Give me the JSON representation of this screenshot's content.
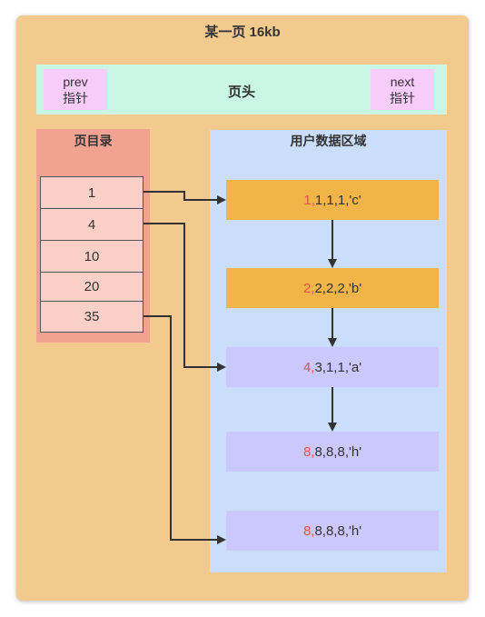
{
  "page": {
    "title": "某一页 16kb"
  },
  "header": {
    "label": "页头",
    "prev": {
      "line1": "prev",
      "line2": "指针"
    },
    "next": {
      "line1": "next",
      "line2": "指针"
    }
  },
  "directory": {
    "title": "页目录",
    "slots": [
      "1",
      "4",
      "10",
      "20",
      "35"
    ]
  },
  "user_data": {
    "title": "用户数据区域",
    "records": [
      {
        "key": "1,",
        "rest": "1,1,1,'c'"
      },
      {
        "key": "2,",
        "rest": "2,2,2,'b'"
      },
      {
        "key": "4,",
        "rest": "3,1,1,'a'"
      },
      {
        "key": "8,",
        "rest": "8,8,8,'h'"
      },
      {
        "key": "8,",
        "rest": "8,8,8,'h'"
      }
    ]
  },
  "colors": {
    "page_bg": "#f3ca8e",
    "header_bg": "#c9f5e3",
    "pointer_bg": "#f8ccf8",
    "directory_bg": "#f1a291",
    "slot_bg": "#f9cfc6",
    "data_area_bg": "#cadefb",
    "record_orange": "#f0b448",
    "record_purple": "#cac8fd",
    "key_text": "#e0544a"
  }
}
